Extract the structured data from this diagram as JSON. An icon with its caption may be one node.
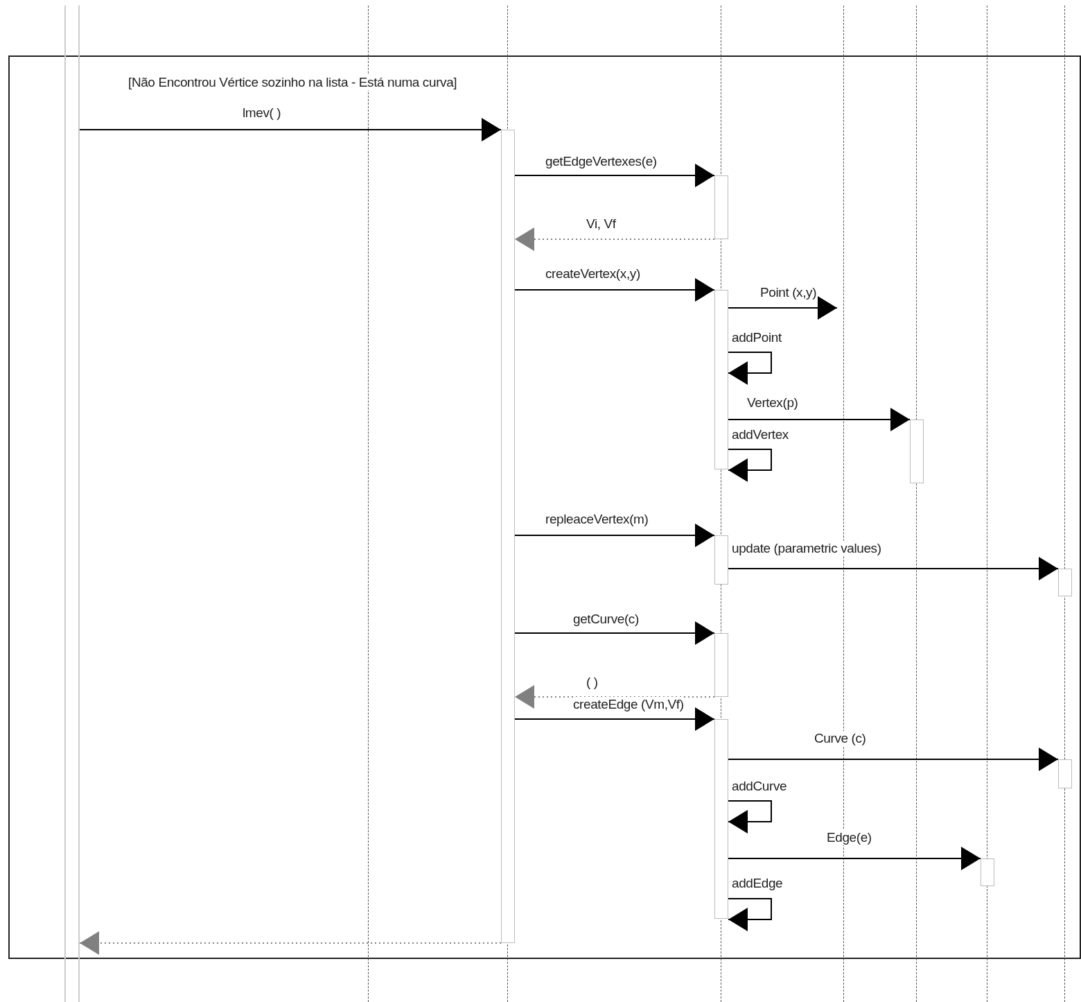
{
  "diagram": {
    "nodes": [
      {
        "text": [],
        "shape": "bar"
      },
      {
        "text": [],
        "shape": "line"
      },
      {
        "text": [],
        "shape": "line"
      },
      {
        "text": [],
        "shape": "line"
      },
      {
        "text": [],
        "shape": "line"
      },
      {
        "text": [],
        "shape": "line"
      },
      {
        "text": [],
        "shape": "line"
      },
      {
        "text": [],
        "shape": "line"
      }
    ],
    "edges": [
      {
        "from": 0,
        "to": 2,
        "arrow": "to",
        "label": "lmev( )"
      },
      {
        "from": 2,
        "to": 3,
        "arrow": "to",
        "label": "getEdgeVertexes(e)"
      },
      {
        "from": 3,
        "to": 2,
        "arrow": "to",
        "label": "Vi, Vf",
        "style": "dashed",
        "color": "#808080"
      },
      {
        "from": 2,
        "to": 3,
        "arrow": "to",
        "label": "createVertex(x,y)"
      },
      {
        "from": 3,
        "to": 4,
        "arrow": "to",
        "label": "Point (x,y)"
      },
      {
        "from": 3,
        "to": 3,
        "arrow": "to",
        "label": "addPoint"
      },
      {
        "from": 3,
        "to": 5,
        "arrow": "to",
        "label": "Vertex(p)"
      },
      {
        "from": 3,
        "to": 3,
        "arrow": "to",
        "label": "addVertex"
      },
      {
        "from": 2,
        "to": 3,
        "arrow": "to",
        "label": "repleaceVertex(m)"
      },
      {
        "from": 3,
        "to": 7,
        "arrow": "to",
        "label": "update (parametric values)"
      },
      {
        "from": 2,
        "to": 3,
        "arrow": "to",
        "label": "getCurve(c)"
      },
      {
        "from": 3,
        "to": 2,
        "arrow": "to",
        "label": "( )",
        "style": "dashed",
        "color": "#808080"
      },
      {
        "from": 2,
        "to": 3,
        "arrow": "to",
        "label": "createEdge (Vm,Vf)"
      },
      {
        "from": 3,
        "to": 7,
        "arrow": "to",
        "label": "Curve (c)"
      },
      {
        "from": 3,
        "to": 3,
        "arrow": "to",
        "label": "addCurve"
      },
      {
        "from": 3,
        "to": 6,
        "arrow": "to",
        "label": "Edge(e)"
      },
      {
        "from": 3,
        "to": 3,
        "arrow": "to",
        "label": "addEdge"
      },
      {
        "from": 2,
        "to": 0,
        "arrow": "to",
        "style": "dashed",
        "color": "#808080"
      }
    ],
    "labels": [
      "[Não Encontrou Vértice sozinho na lista - Está numa curva]"
    ]
  }
}
